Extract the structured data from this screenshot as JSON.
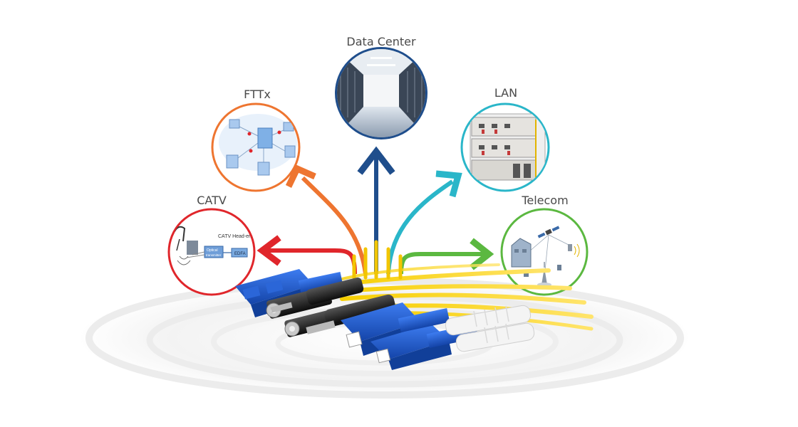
{
  "categories": {
    "data_center": "Data Center",
    "fttx": "FTTx",
    "lan": "LAN",
    "catv": "CATV",
    "telecom": "Telecom"
  },
  "catv_diagram": {
    "headend_label": "CATV Head-end",
    "optical_label": "Optical",
    "optical_sub": "transmitter",
    "edfa_label": "EDFA"
  },
  "colors": {
    "data_center": "#1f4e8c",
    "fttx": "#ee7530",
    "lan": "#2ab6c9",
    "catv": "#e0262b",
    "telecom": "#5bb840",
    "fiber": "#f2c500",
    "connector_blue": "#1e5fd1",
    "connector_black": "#1b1b1b"
  },
  "icons": [
    "data-center-icon",
    "fttx-network-icon",
    "lan-building-icon",
    "catv-headend-icon",
    "telecom-satellite-icon",
    "fiber-connectors-icon"
  ]
}
